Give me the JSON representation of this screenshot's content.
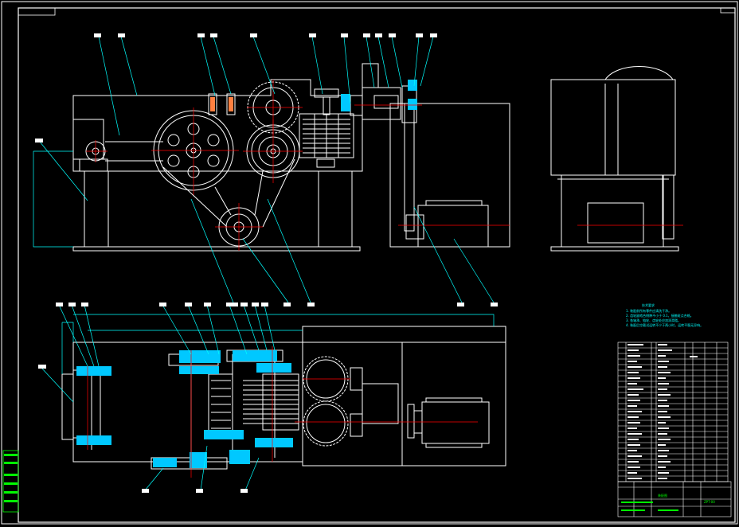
{
  "drawing": {
    "notes_title": "技术要求",
    "notes": [
      "1. 装配前所有零件应清洗干净。",
      "2. 齿轮副啮合侧隙不小于 0.1，接触斑点合格。",
      "3. 各轴承、链轮、齿轮处应加润滑脂。",
      "4. 装配后空载试运转不少于两小时，运转平稳无异响。"
    ],
    "title_block": {
      "name": "装配图",
      "drawing_no": "ZPT-00"
    },
    "colors": {
      "outline": "#ffffff",
      "leader": "#00ffff",
      "centerline": "#ff0000",
      "highlight": "#00c8ff",
      "stamp": "#00ff00",
      "background": "#000000"
    }
  }
}
